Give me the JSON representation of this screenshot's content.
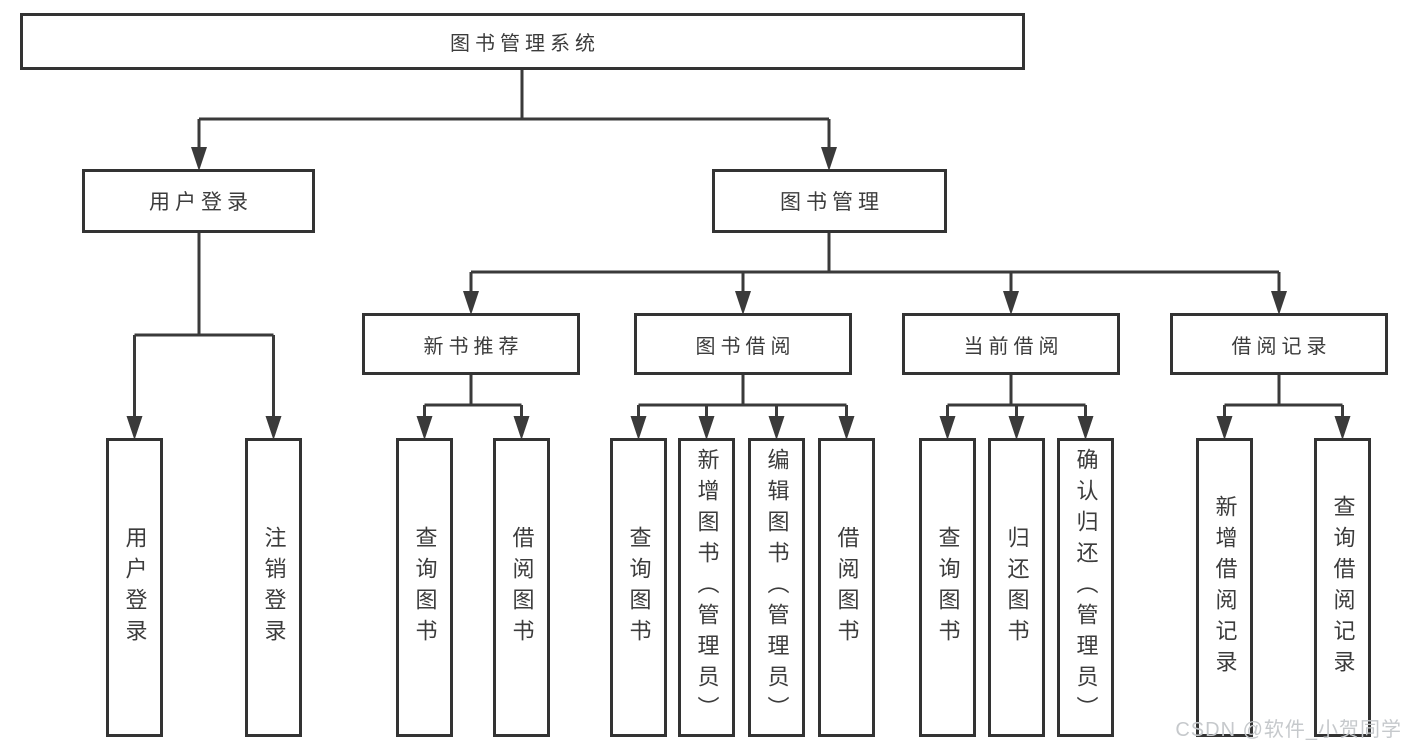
{
  "diagram": {
    "title": "图书管理系统",
    "root": {
      "label": "图书管理系统"
    },
    "level2": [
      {
        "label": "用户登录"
      },
      {
        "label": "图书管理"
      }
    ],
    "level3": [
      {
        "label": "新书推荐"
      },
      {
        "label": "图书借阅"
      },
      {
        "label": "当前借阅"
      },
      {
        "label": "借阅记录"
      }
    ],
    "leaf_groups": [
      {
        "parent": "用户登录",
        "items": [
          "用户登录",
          "注销登录"
        ]
      },
      {
        "parent": "新书推荐",
        "items": [
          "查询图书",
          "借阅图书"
        ]
      },
      {
        "parent": "图书借阅",
        "items": [
          "查询图书",
          "新增图书（管理员）",
          "编辑图书（管理员）",
          "借阅图书"
        ]
      },
      {
        "parent": "当前借阅",
        "items": [
          "查询图书",
          "归还图书",
          "确认归还（管理员）"
        ]
      },
      {
        "parent": "借阅记录",
        "items": [
          "新增借阅记录",
          "查询借阅记录"
        ]
      }
    ],
    "line_color": "#3a3a3a",
    "box_border_color": "#333333",
    "text_color": "#3c3c3c"
  },
  "watermark": {
    "text": "CSDN @软件_小贺同学"
  }
}
